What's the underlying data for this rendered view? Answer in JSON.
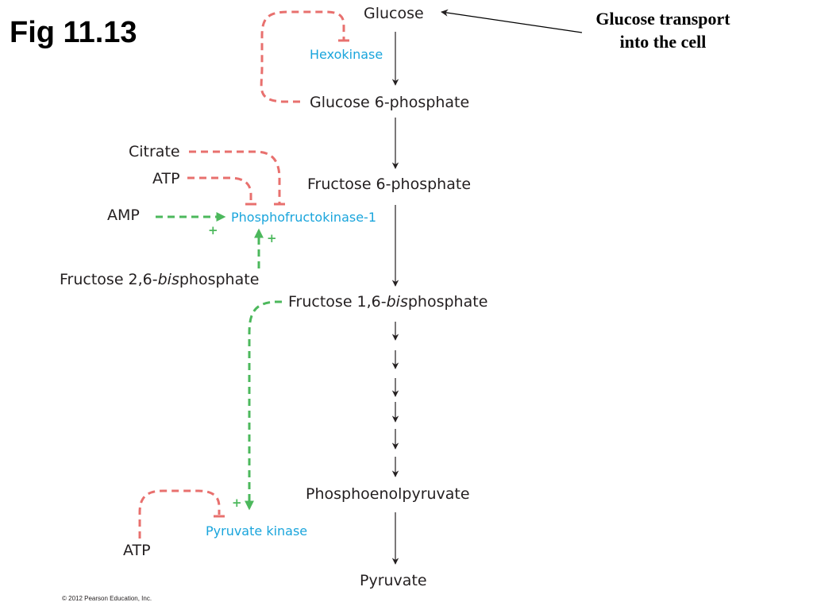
{
  "figure_label": "Fig 11.13",
  "callout": {
    "line1": "Glucose transport",
    "line2": "into the cell"
  },
  "pathway": {
    "glucose": "Glucose",
    "glucose_6_phosphate": "Glucose 6-phosphate",
    "fructose_6_phosphate": "Fructose 6-phosphate",
    "fructose_1_6_bisphosphate": {
      "prefix": "Fructose 1,6-",
      "italic": "bis",
      "suffix": "phosphate"
    },
    "phosphoenolpyruvate": "Phosphoenolpyruvate",
    "pyruvate": "Pyruvate"
  },
  "enzymes": {
    "hexokinase": "Hexokinase",
    "phosphofructokinase_1": "Phosphofructokinase-1",
    "pyruvate_kinase": "Pyruvate kinase"
  },
  "effectors": {
    "citrate": "Citrate",
    "atp_pfk": "ATP",
    "amp": "AMP",
    "fructose_2_6_bisphosphate": {
      "prefix": "Fructose 2,6-",
      "italic": "bis",
      "suffix": "phosphate"
    },
    "atp_pk": "ATP"
  },
  "signs": {
    "activation": "+"
  },
  "colors": {
    "inhibition": "#e8706e",
    "activation": "#4cb85c",
    "enzyme": "#1aa5dc",
    "arrow": "#231f20"
  },
  "copyright": "© 2012 Pearson Education, Inc."
}
